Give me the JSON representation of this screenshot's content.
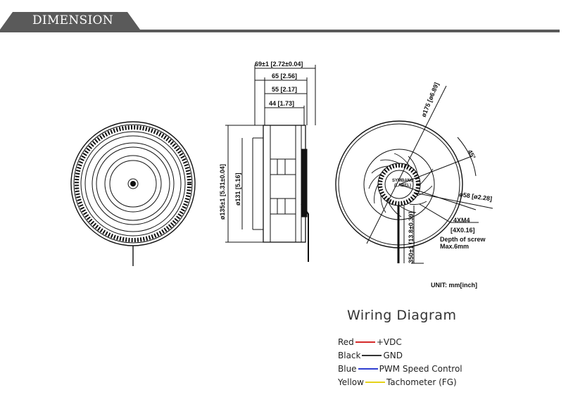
{
  "header": {
    "title": "DIMENSION"
  },
  "dimensions": {
    "overall_depth": "69±1 [2.72±0.04]",
    "depth_65": "65 [2.56]",
    "depth_55": "55 [2.17]",
    "depth_44": "44 [1.73]",
    "outer_diameter": "ø175 [ø6.89]",
    "angle": "45°",
    "hub_diameter": "ø58 [ø2.28]",
    "screw": "4XM4",
    "screw_inch": "[4X0.16]",
    "screw_depth_1": "Depth of screw",
    "screw_depth_2": "Max.6mm",
    "height_135": "ø135±1 [5.31±0.04]",
    "height_131": "ø131 [5.16]",
    "lead_length": "350±1 [13.8±0.39]",
    "label_line1": "SYMBANG",
    "label_line2": "(LABEL)",
    "unit": "UNIT: mm[inch]"
  },
  "wiring": {
    "title": "Wiring Diagram",
    "items": [
      {
        "color": "Red",
        "line_color": "#d42a2a",
        "function": "+VDC"
      },
      {
        "color": "Black",
        "line_color": "#333333",
        "function": "GND"
      },
      {
        "color": "Blue",
        "line_color": "#2f3fd0",
        "function": "PWM Speed Control"
      },
      {
        "color": "Yellow",
        "line_color": "#e6d21a",
        "function": "Tachometer (FG)"
      }
    ]
  }
}
